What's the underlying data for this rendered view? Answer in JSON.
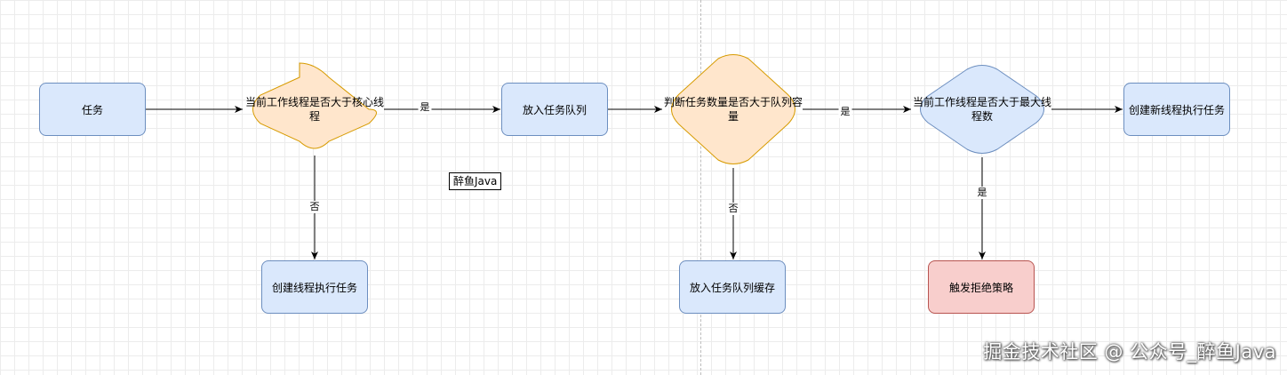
{
  "nodes": {
    "task": "任务",
    "decision_core": "当前工作线程是否大于核心线程",
    "enqueue": "放入任务队列",
    "decision_queue": "判断任务数量是否大于队列容量",
    "decision_max": "当前工作线程是否大于最大线程数",
    "create_new_thread": "创建新线程执行任务",
    "create_thread": "创建线程执行任务",
    "enqueue_cache": "放入任务队列缓存",
    "reject": "触发拒绝策略"
  },
  "edges": {
    "core_yes": "是",
    "core_no": "否",
    "queue_yes": "是",
    "queue_no": "否",
    "max_yes": "是"
  },
  "tag": "醉鱼Java",
  "watermark": "掘金技术社区 @ 公众号_醉鱼Java",
  "colors": {
    "process_fill": "#dae8fc",
    "process_stroke": "#6c8ebf",
    "decision_orange_fill": "#ffe6cc",
    "decision_orange_stroke": "#d79b00",
    "reject_fill": "#f8cecc",
    "reject_stroke": "#b85450"
  }
}
